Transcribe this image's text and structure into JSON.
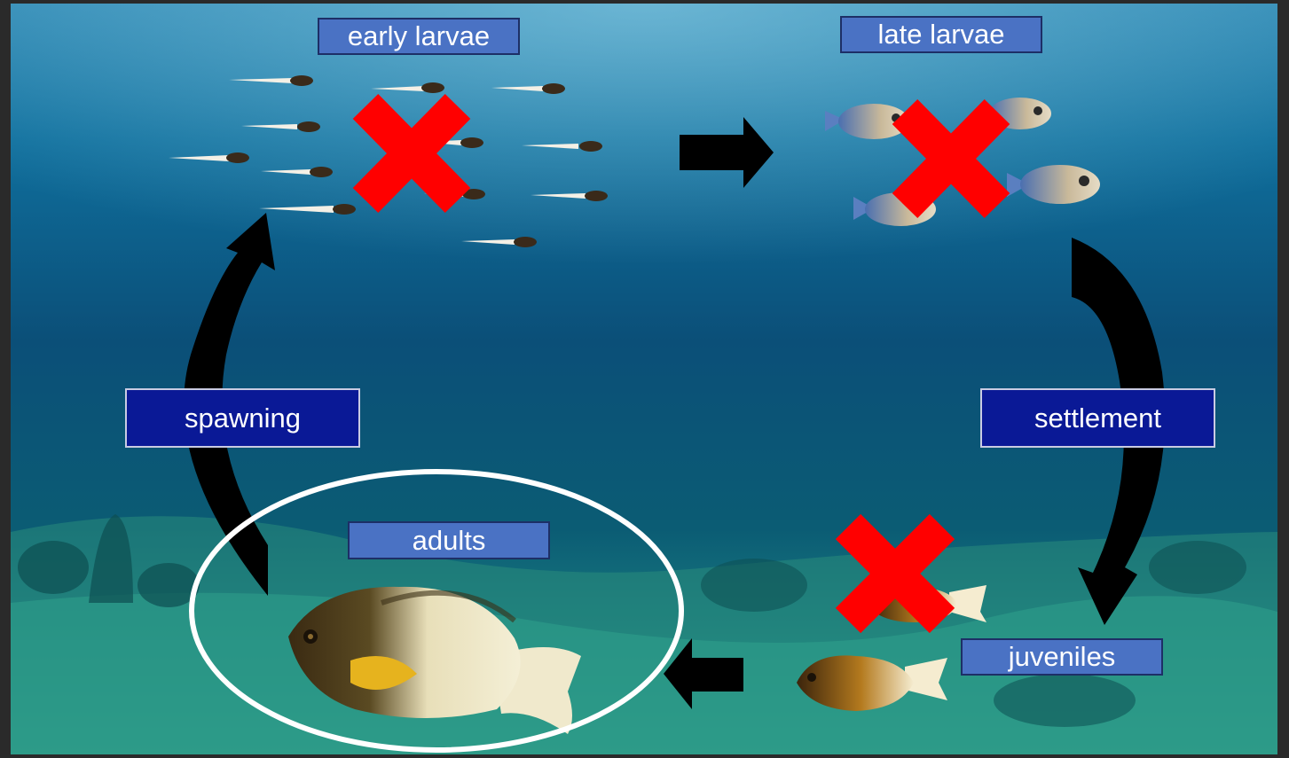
{
  "labels": {
    "early_larvae": "early larvae",
    "late_larvae": "late larvae",
    "spawning": "spawning",
    "settlement": "settlement",
    "adults": "adults",
    "juveniles": "juveniles"
  },
  "colors": {
    "label_light_bg": "#4a72c4",
    "label_dark_bg": "#0a1996",
    "cross": "#ff0000",
    "arrow": "#000000",
    "highlight_ring": "#ffffff"
  },
  "icons": {
    "cross": "x-mark-icon",
    "arrow": "arrow-icon"
  }
}
